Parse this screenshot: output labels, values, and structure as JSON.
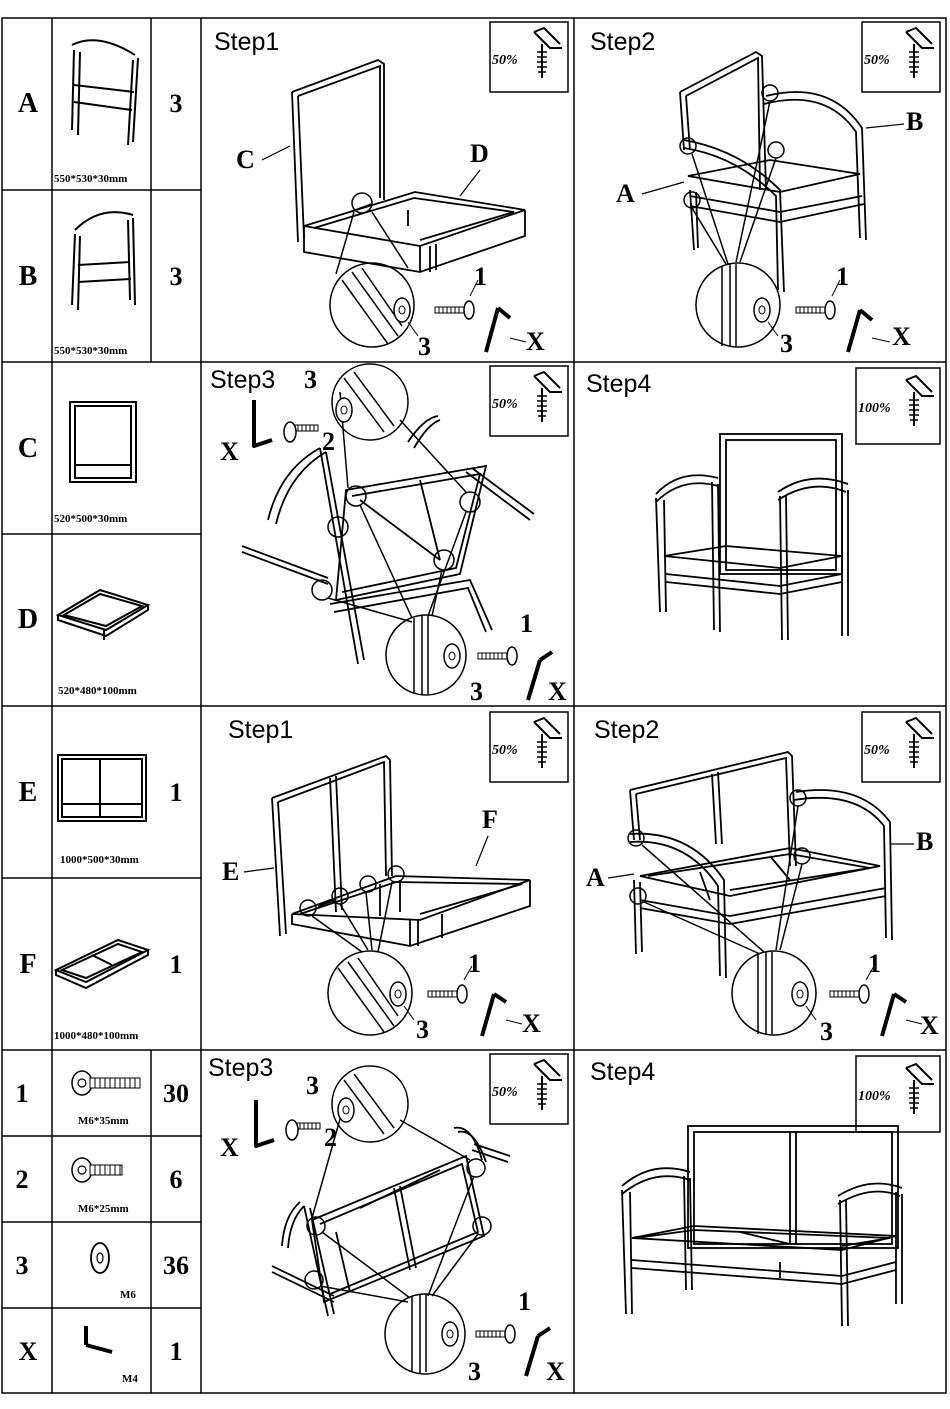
{
  "parts": [
    {
      "letter": "A",
      "dims": "550*530*30mm",
      "qty": "3"
    },
    {
      "letter": "B",
      "dims": "550*530*30mm",
      "qty": "3"
    },
    {
      "letter": "C",
      "dims": "520*500*30mm",
      "qty": ""
    },
    {
      "letter": "D",
      "dims": "520*480*100mm",
      "qty": ""
    },
    {
      "letter": "E",
      "dims": "1000*500*30mm",
      "qty": "1"
    },
    {
      "letter": "F",
      "dims": "1000*480*100mm",
      "qty": "1"
    }
  ],
  "hardware": [
    {
      "id": "1",
      "spec": "M6*35mm",
      "qty": "30"
    },
    {
      "id": "2",
      "spec": "M6*25mm",
      "qty": "6"
    },
    {
      "id": "3",
      "spec": "M6",
      "qty": "36"
    },
    {
      "id": "X",
      "spec": "M4",
      "qty": "1"
    }
  ],
  "steps": {
    "chair": [
      {
        "label": "Step1",
        "tighten": "50%",
        "callouts": [
          "C",
          "D",
          "1",
          "3",
          "X"
        ]
      },
      {
        "label": "Step2",
        "tighten": "50%",
        "callouts": [
          "A",
          "B",
          "1",
          "3",
          "X"
        ]
      },
      {
        "label": "Step3",
        "tighten": "50%",
        "callouts": [
          "3",
          "2",
          "X",
          "1",
          "3",
          "X"
        ]
      },
      {
        "label": "Step4",
        "tighten": "100%",
        "callouts": []
      }
    ],
    "loveseat": [
      {
        "label": "Step1",
        "tighten": "50%",
        "callouts": [
          "E",
          "F",
          "1",
          "3",
          "X"
        ]
      },
      {
        "label": "Step2",
        "tighten": "50%",
        "callouts": [
          "A",
          "B",
          "1",
          "3",
          "X"
        ]
      },
      {
        "label": "Step3",
        "tighten": "50%",
        "callouts": [
          "3",
          "2",
          "X",
          "1",
          "3",
          "X"
        ]
      },
      {
        "label": "Step4",
        "tighten": "100%",
        "callouts": []
      }
    ]
  }
}
